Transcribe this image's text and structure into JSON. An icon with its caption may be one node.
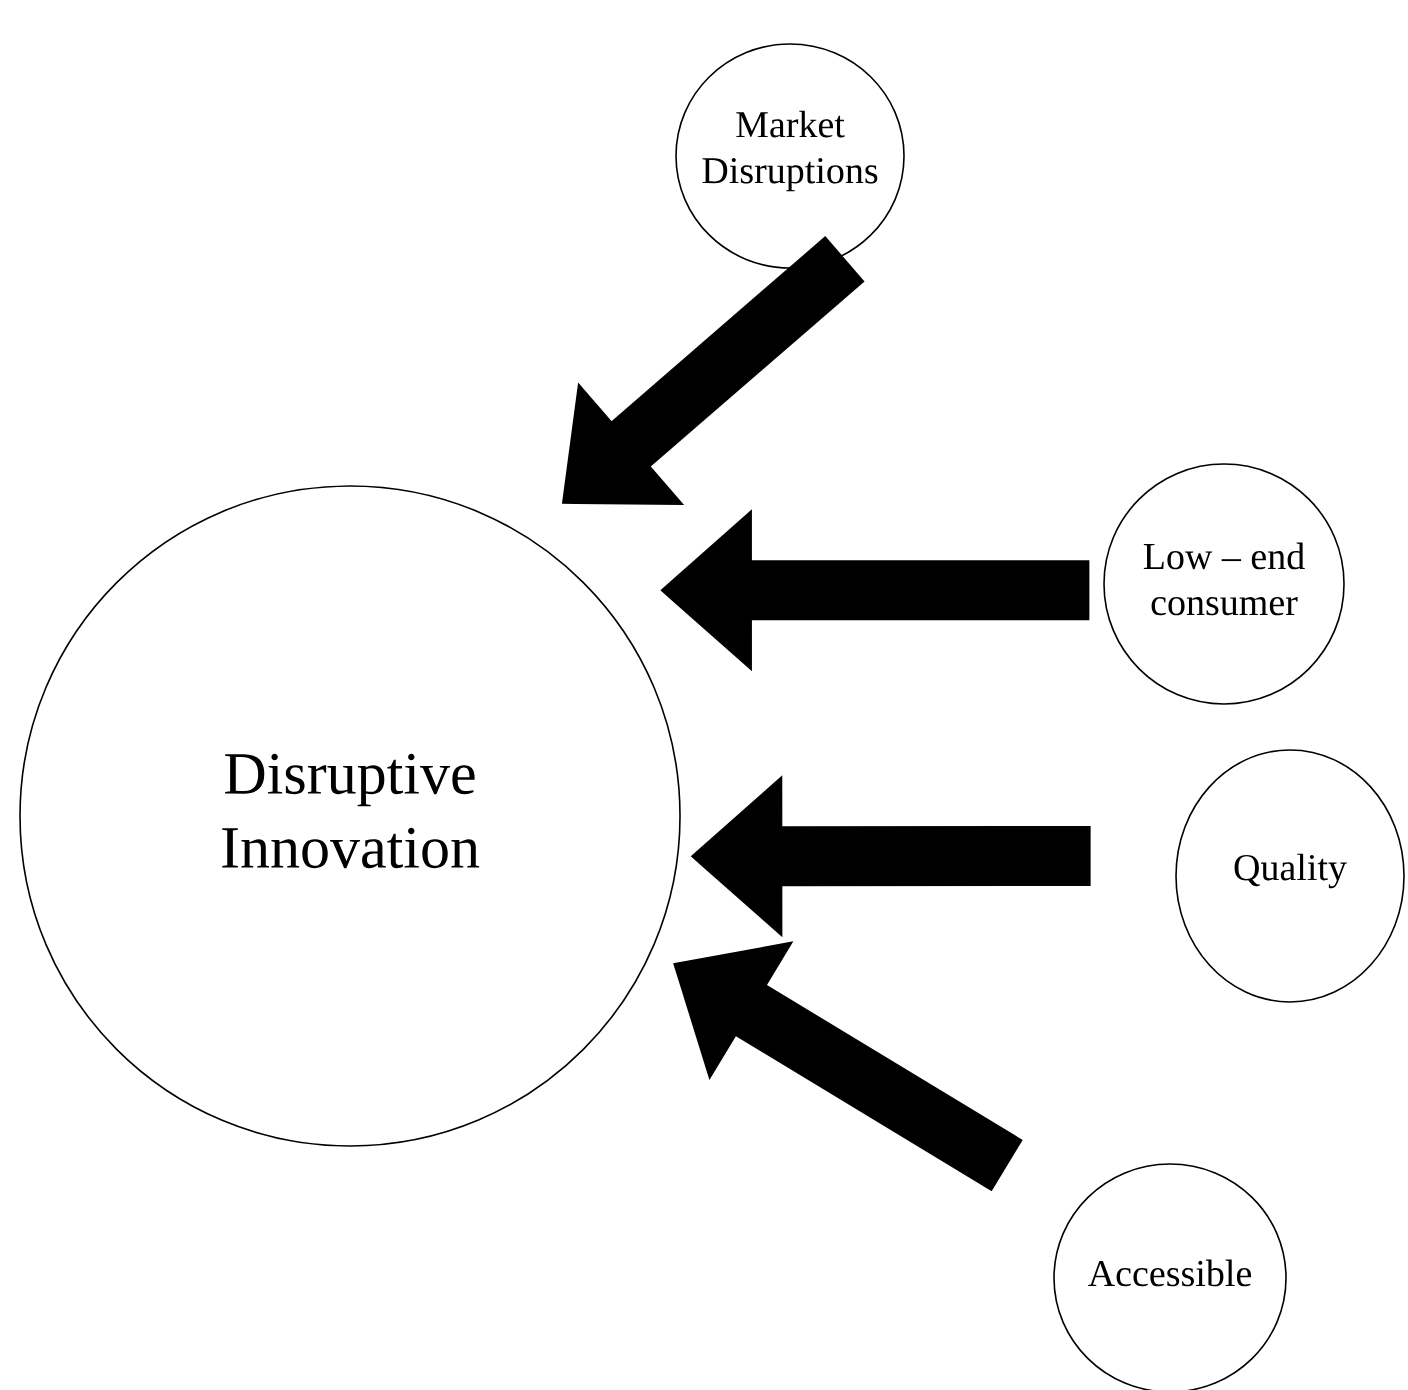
{
  "diagram": {
    "nodes": [
      {
        "text": [
          "Disruptive Innovation"
        ]
      },
      {
        "text": [
          "Market Disruptions"
        ]
      },
      {
        "text": [
          "Low – end consumer"
        ]
      },
      {
        "text": [
          "Quality"
        ]
      },
      {
        "text": [
          "Accessible"
        ]
      }
    ],
    "edges": [
      {
        "from": 1,
        "to": 0,
        "arrow": "to"
      },
      {
        "from": 2,
        "to": 0,
        "arrow": "to"
      },
      {
        "from": 3,
        "to": 0,
        "arrow": "to"
      },
      {
        "from": 4,
        "to": 0,
        "arrow": "to"
      }
    ]
  }
}
